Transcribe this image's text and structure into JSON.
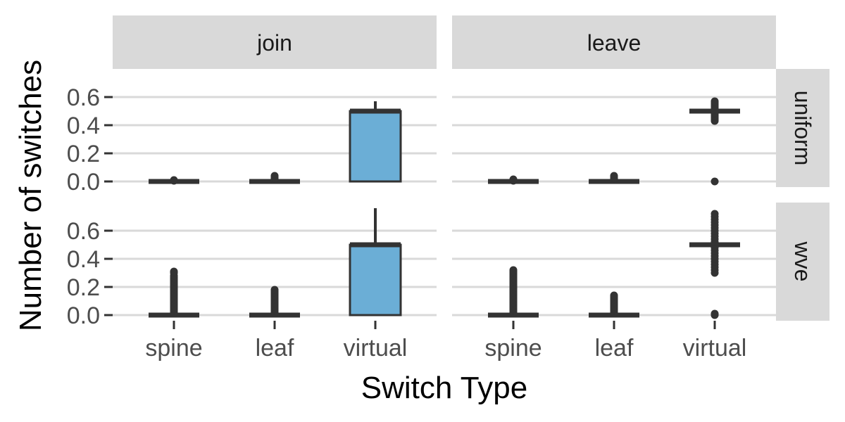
{
  "chart_data": {
    "type": "boxplot",
    "facet_columns": [
      "join",
      "leave"
    ],
    "facet_rows": [
      "uniform",
      "wve"
    ],
    "categories": [
      "spine",
      "leaf",
      "virtual"
    ],
    "y_ticks": [
      "0.0",
      "0.2",
      "0.4",
      "0.6"
    ],
    "y_tick_values": [
      0,
      0.2,
      0.4,
      0.6
    ],
    "ylim": [
      -0.04,
      0.64
    ],
    "xlabel": "Switch Type",
    "ylabel": "Number of switches",
    "grid": true,
    "fill_color": "#6baed6",
    "line_color": "#333333",
    "strip_color": "#d9d9d9",
    "grid_color": "#d9d9d9",
    "panels": [
      {
        "col": "join",
        "row": "uniform",
        "boxes": [
          {
            "category": "spine",
            "q1": 0.0,
            "median": 0.0,
            "q3": 0.0,
            "whisker_low": 0.0,
            "whisker_high": 0.0,
            "outliers": [
              0.005,
              0.01
            ]
          },
          {
            "category": "leaf",
            "q1": 0.0,
            "median": 0.0,
            "q3": 0.0,
            "whisker_low": 0.0,
            "whisker_high": 0.0,
            "outliers": [
              0.01,
              0.02,
              0.03,
              0.04
            ]
          },
          {
            "category": "virtual",
            "q1": 0.0,
            "median": 0.5,
            "q3": 0.5,
            "whisker_low": 0.0,
            "whisker_high": 0.57,
            "outliers": []
          }
        ]
      },
      {
        "col": "leave",
        "row": "uniform",
        "boxes": [
          {
            "category": "spine",
            "q1": 0.0,
            "median": 0.0,
            "q3": 0.0,
            "whisker_low": 0.0,
            "whisker_high": 0.0,
            "outliers": [
              0.005,
              0.01,
              0.015
            ]
          },
          {
            "category": "leaf",
            "q1": 0.0,
            "median": 0.0,
            "q3": 0.0,
            "whisker_low": 0.0,
            "whisker_high": 0.0,
            "outliers": [
              0.01,
              0.02,
              0.03,
              0.04
            ]
          },
          {
            "category": "virtual",
            "q1": 0.5,
            "median": 0.5,
            "q3": 0.5,
            "whisker_low": 0.5,
            "whisker_high": 0.5,
            "outliers": [
              0.0,
              0.43,
              0.44,
              0.45,
              0.46,
              0.47,
              0.48,
              0.49,
              0.51,
              0.52,
              0.53,
              0.54,
              0.55,
              0.56,
              0.57
            ]
          }
        ]
      },
      {
        "col": "join",
        "row": "wve",
        "boxes": [
          {
            "category": "spine",
            "q1": 0.0,
            "median": 0.0,
            "q3": 0.0,
            "whisker_low": 0.0,
            "whisker_high": 0.0,
            "outliers": [
              0.01,
              0.02,
              0.03,
              0.04,
              0.05,
              0.06,
              0.07,
              0.08,
              0.09,
              0.1,
              0.11,
              0.12,
              0.13,
              0.14,
              0.15,
              0.16,
              0.17,
              0.18,
              0.19,
              0.2,
              0.21,
              0.22,
              0.23,
              0.24,
              0.25,
              0.26,
              0.27,
              0.28,
              0.3,
              0.31
            ]
          },
          {
            "category": "leaf",
            "q1": 0.0,
            "median": 0.0,
            "q3": 0.0,
            "whisker_low": 0.0,
            "whisker_high": 0.0,
            "outliers": [
              0.01,
              0.02,
              0.03,
              0.04,
              0.05,
              0.06,
              0.07,
              0.08,
              0.09,
              0.1,
              0.11,
              0.12,
              0.13,
              0.14,
              0.15,
              0.16,
              0.17,
              0.18
            ]
          },
          {
            "category": "virtual",
            "q1": 0.0,
            "median": 0.5,
            "q3": 0.5,
            "whisker_low": 0.0,
            "whisker_high": 0.76,
            "outliers": []
          }
        ]
      },
      {
        "col": "leave",
        "row": "wve",
        "boxes": [
          {
            "category": "spine",
            "q1": 0.0,
            "median": 0.0,
            "q3": 0.0,
            "whisker_low": 0.0,
            "whisker_high": 0.0,
            "outliers": [
              0.01,
              0.02,
              0.03,
              0.04,
              0.05,
              0.06,
              0.07,
              0.08,
              0.09,
              0.1,
              0.11,
              0.12,
              0.13,
              0.14,
              0.15,
              0.16,
              0.17,
              0.18,
              0.19,
              0.2,
              0.21,
              0.22,
              0.23,
              0.24,
              0.25,
              0.26,
              0.27,
              0.28,
              0.29,
              0.3,
              0.31,
              0.32
            ]
          },
          {
            "category": "leaf",
            "q1": 0.0,
            "median": 0.0,
            "q3": 0.0,
            "whisker_low": 0.0,
            "whisker_high": 0.0,
            "outliers": [
              0.01,
              0.02,
              0.03,
              0.04,
              0.05,
              0.06,
              0.07,
              0.08,
              0.09,
              0.1,
              0.11,
              0.12,
              0.13,
              0.14
            ]
          },
          {
            "category": "virtual",
            "q1": 0.5,
            "median": 0.5,
            "q3": 0.5,
            "whisker_low": 0.5,
            "whisker_high": 0.5,
            "outliers": [
              0.0,
              0.01,
              0.3,
              0.32,
              0.34,
              0.36,
              0.38,
              0.4,
              0.42,
              0.44,
              0.46,
              0.48,
              0.52,
              0.54,
              0.56,
              0.58,
              0.6,
              0.62,
              0.64,
              0.66,
              0.68,
              0.7,
              0.72
            ]
          }
        ]
      }
    ]
  }
}
